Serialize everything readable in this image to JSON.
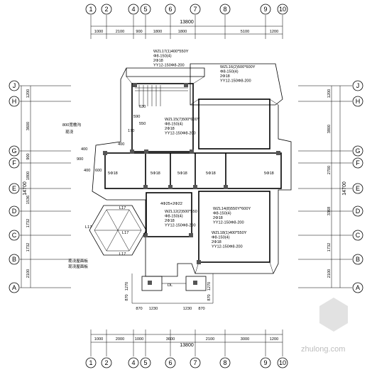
{
  "axes": {
    "top": [
      "1",
      "2",
      "4",
      "5",
      "6",
      "7",
      "8",
      "9",
      "10"
    ],
    "bottom": [
      "1",
      "2",
      "4",
      "5",
      "6",
      "7",
      "8",
      "9",
      "10"
    ],
    "left": [
      "J",
      "H",
      "G",
      "F",
      "E",
      "D",
      "C",
      "B",
      "A"
    ],
    "right": [
      "J",
      "H",
      "G",
      "F",
      "E",
      "D",
      "C",
      "B",
      "A"
    ]
  },
  "dims": {
    "top_total": "13800",
    "top_segments": [
      "1000",
      "2100",
      "900",
      "1800",
      "1800",
      "5100",
      "1200"
    ],
    "bottom_segments": [
      "1000",
      "2000",
      "1000",
      "3600",
      "2100",
      "3000",
      "1200"
    ],
    "bottom_total": "13800",
    "left_segments": [
      "1200",
      "3600",
      "900",
      "1800",
      "1536",
      "1732",
      "1732",
      "2100"
    ],
    "left_total": "14700",
    "right_segments": [
      "1200",
      "3800",
      "2700",
      "3368",
      "1732",
      "2100"
    ],
    "right_total": "14700",
    "footing_left": [
      "870",
      "1230"
    ],
    "footing_right": [
      "1230",
      "870"
    ],
    "footing_side": [
      "1270",
      "870"
    ]
  },
  "beam_labels": [
    {
      "lines": [
        "WZL17(1)400*550Y",
        "Φ8-150(4)",
        "2Φ18",
        "YY12-150Φ8-200"
      ]
    },
    {
      "lines": [
        "WZL16(2)500*600Y",
        "Φ8-150(4)",
        "2Φ18",
        "YY12-150Φ8-200"
      ]
    },
    {
      "lines": [
        "WZL15(7)500*600Y",
        "Φ8-150(4)",
        "2Φ18",
        "YY12-150Φ8-200"
      ]
    },
    {
      "lines": [
        "WZL14(8)550Y*600Y",
        "Φ8-150(4)",
        "2Φ18",
        "YY12-150Φ8-200"
      ]
    },
    {
      "lines": [
        "WZL12(2)500*550",
        "Φ8-150(4)",
        "2Φ18",
        "YY12-150Φ8-200"
      ]
    },
    {
      "lines": [
        "WZL18(1)400*550Y",
        "Φ8-150(4)",
        "2Φ18",
        "YY12-150Φ8-200"
      ]
    }
  ],
  "notes": {
    "top_left_note": [
      "800宽檐沟",
      "现浇"
    ],
    "left_note": [
      "现浇屋面板",
      "现浇屋面板"
    ],
    "hex_labels": [
      "L17",
      "L17",
      "L17",
      "L17"
    ],
    "room_labels": [
      "5Φ18",
      "5Φ18",
      "5Φ18",
      "5Φ18",
      "5Φ18"
    ],
    "mid_dims": [
      "630",
      "590",
      "550",
      "170",
      "400",
      "400",
      "600",
      "900",
      "400",
      "4Φ25+2Φ22"
    ],
    "dl_label": "DL"
  },
  "watermark": "zhulong.com"
}
